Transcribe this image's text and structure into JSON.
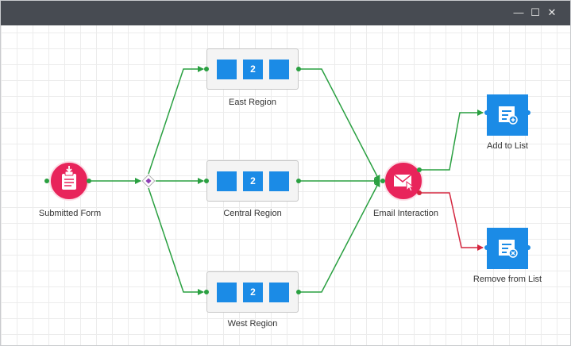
{
  "window": {
    "minimize_glyph": "—",
    "maximize_glyph": "☐",
    "close_glyph": "✕"
  },
  "colors": {
    "titlebar": "#474b52",
    "accent_red": "#e8245b",
    "accent_blue": "#1b8be6",
    "connector_green": "#2aa041",
    "connector_red": "#d4263f",
    "gateway_purple": "#8e3fb5"
  },
  "nodes": {
    "submitted_form": {
      "label": "Submitted Form",
      "icon": "clipboard-form-icon"
    },
    "gateway": {
      "icon": "diamond-gateway-icon"
    },
    "east_region": {
      "label": "East Region",
      "count": "2"
    },
    "central_region": {
      "label": "Central Region",
      "count": "2"
    },
    "west_region": {
      "label": "West Region",
      "count": "2"
    },
    "email_interaction": {
      "label": "Email Interaction",
      "icon": "envelope-click-icon"
    },
    "add_to_list": {
      "label": "Add to List",
      "icon": "list-add-icon"
    },
    "remove_from_list": {
      "label": "Remove from List",
      "icon": "list-remove-icon"
    }
  }
}
